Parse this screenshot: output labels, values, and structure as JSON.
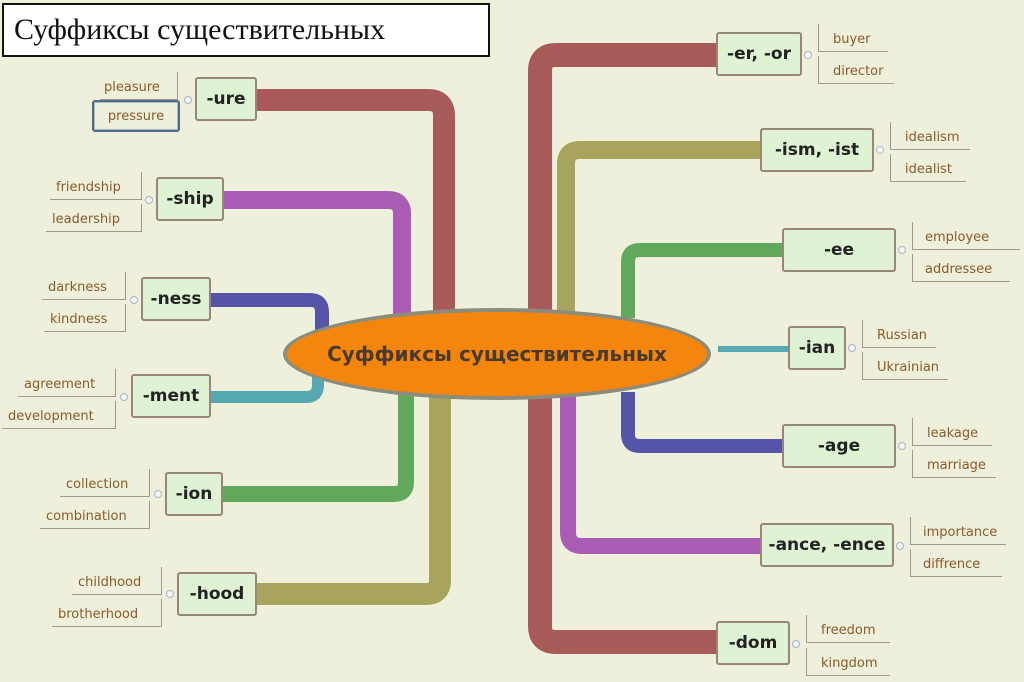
{
  "title": "Суффиксы существительных",
  "hub": {
    "label": "Суффиксы существительных",
    "color": "#f5860d"
  },
  "branches_left": [
    {
      "suffix": "-ure",
      "color": "#a85a58",
      "examples": [
        "pleasure",
        "pressure"
      ],
      "selected_example": "pressure"
    },
    {
      "suffix": "-ship",
      "color": "#a85cb4",
      "examples": [
        "friendship",
        "leadership"
      ]
    },
    {
      "suffix": "-ness",
      "color": "#5654a8",
      "examples": [
        "darkness",
        "kindness"
      ]
    },
    {
      "suffix": "-ment",
      "color": "#56a8b2",
      "examples": [
        "agreement",
        "development"
      ]
    },
    {
      "suffix": "-ion",
      "color": "#62a85c",
      "examples": [
        "collection",
        "combination"
      ]
    },
    {
      "suffix": "-hood",
      "color": "#a8a45e",
      "examples": [
        "childhood",
        "brotherhood"
      ]
    }
  ],
  "branches_right": [
    {
      "suffix": "-er, -or",
      "color": "#a85a58",
      "examples": [
        "buyer",
        "director"
      ]
    },
    {
      "suffix": "-ism, -ist",
      "color": "#a8a45e",
      "examples": [
        "idealism",
        "idealist"
      ]
    },
    {
      "suffix": "-ee",
      "color": "#62a85c",
      "examples": [
        "employee",
        "addressee"
      ]
    },
    {
      "suffix": "-ian",
      "color": "#56a8b2",
      "examples": [
        "Russian",
        "Ukrainian"
      ]
    },
    {
      "suffix": "-age",
      "color": "#5654a8",
      "examples": [
        "leakage",
        "marriage"
      ]
    },
    {
      "suffix": "-ance, -ence",
      "color": "#a85cb4",
      "examples": [
        "importance",
        "diffrence"
      ]
    },
    {
      "suffix": "-dom",
      "color": "#a85a58",
      "examples": [
        "freedom",
        "kingdom"
      ]
    }
  ]
}
